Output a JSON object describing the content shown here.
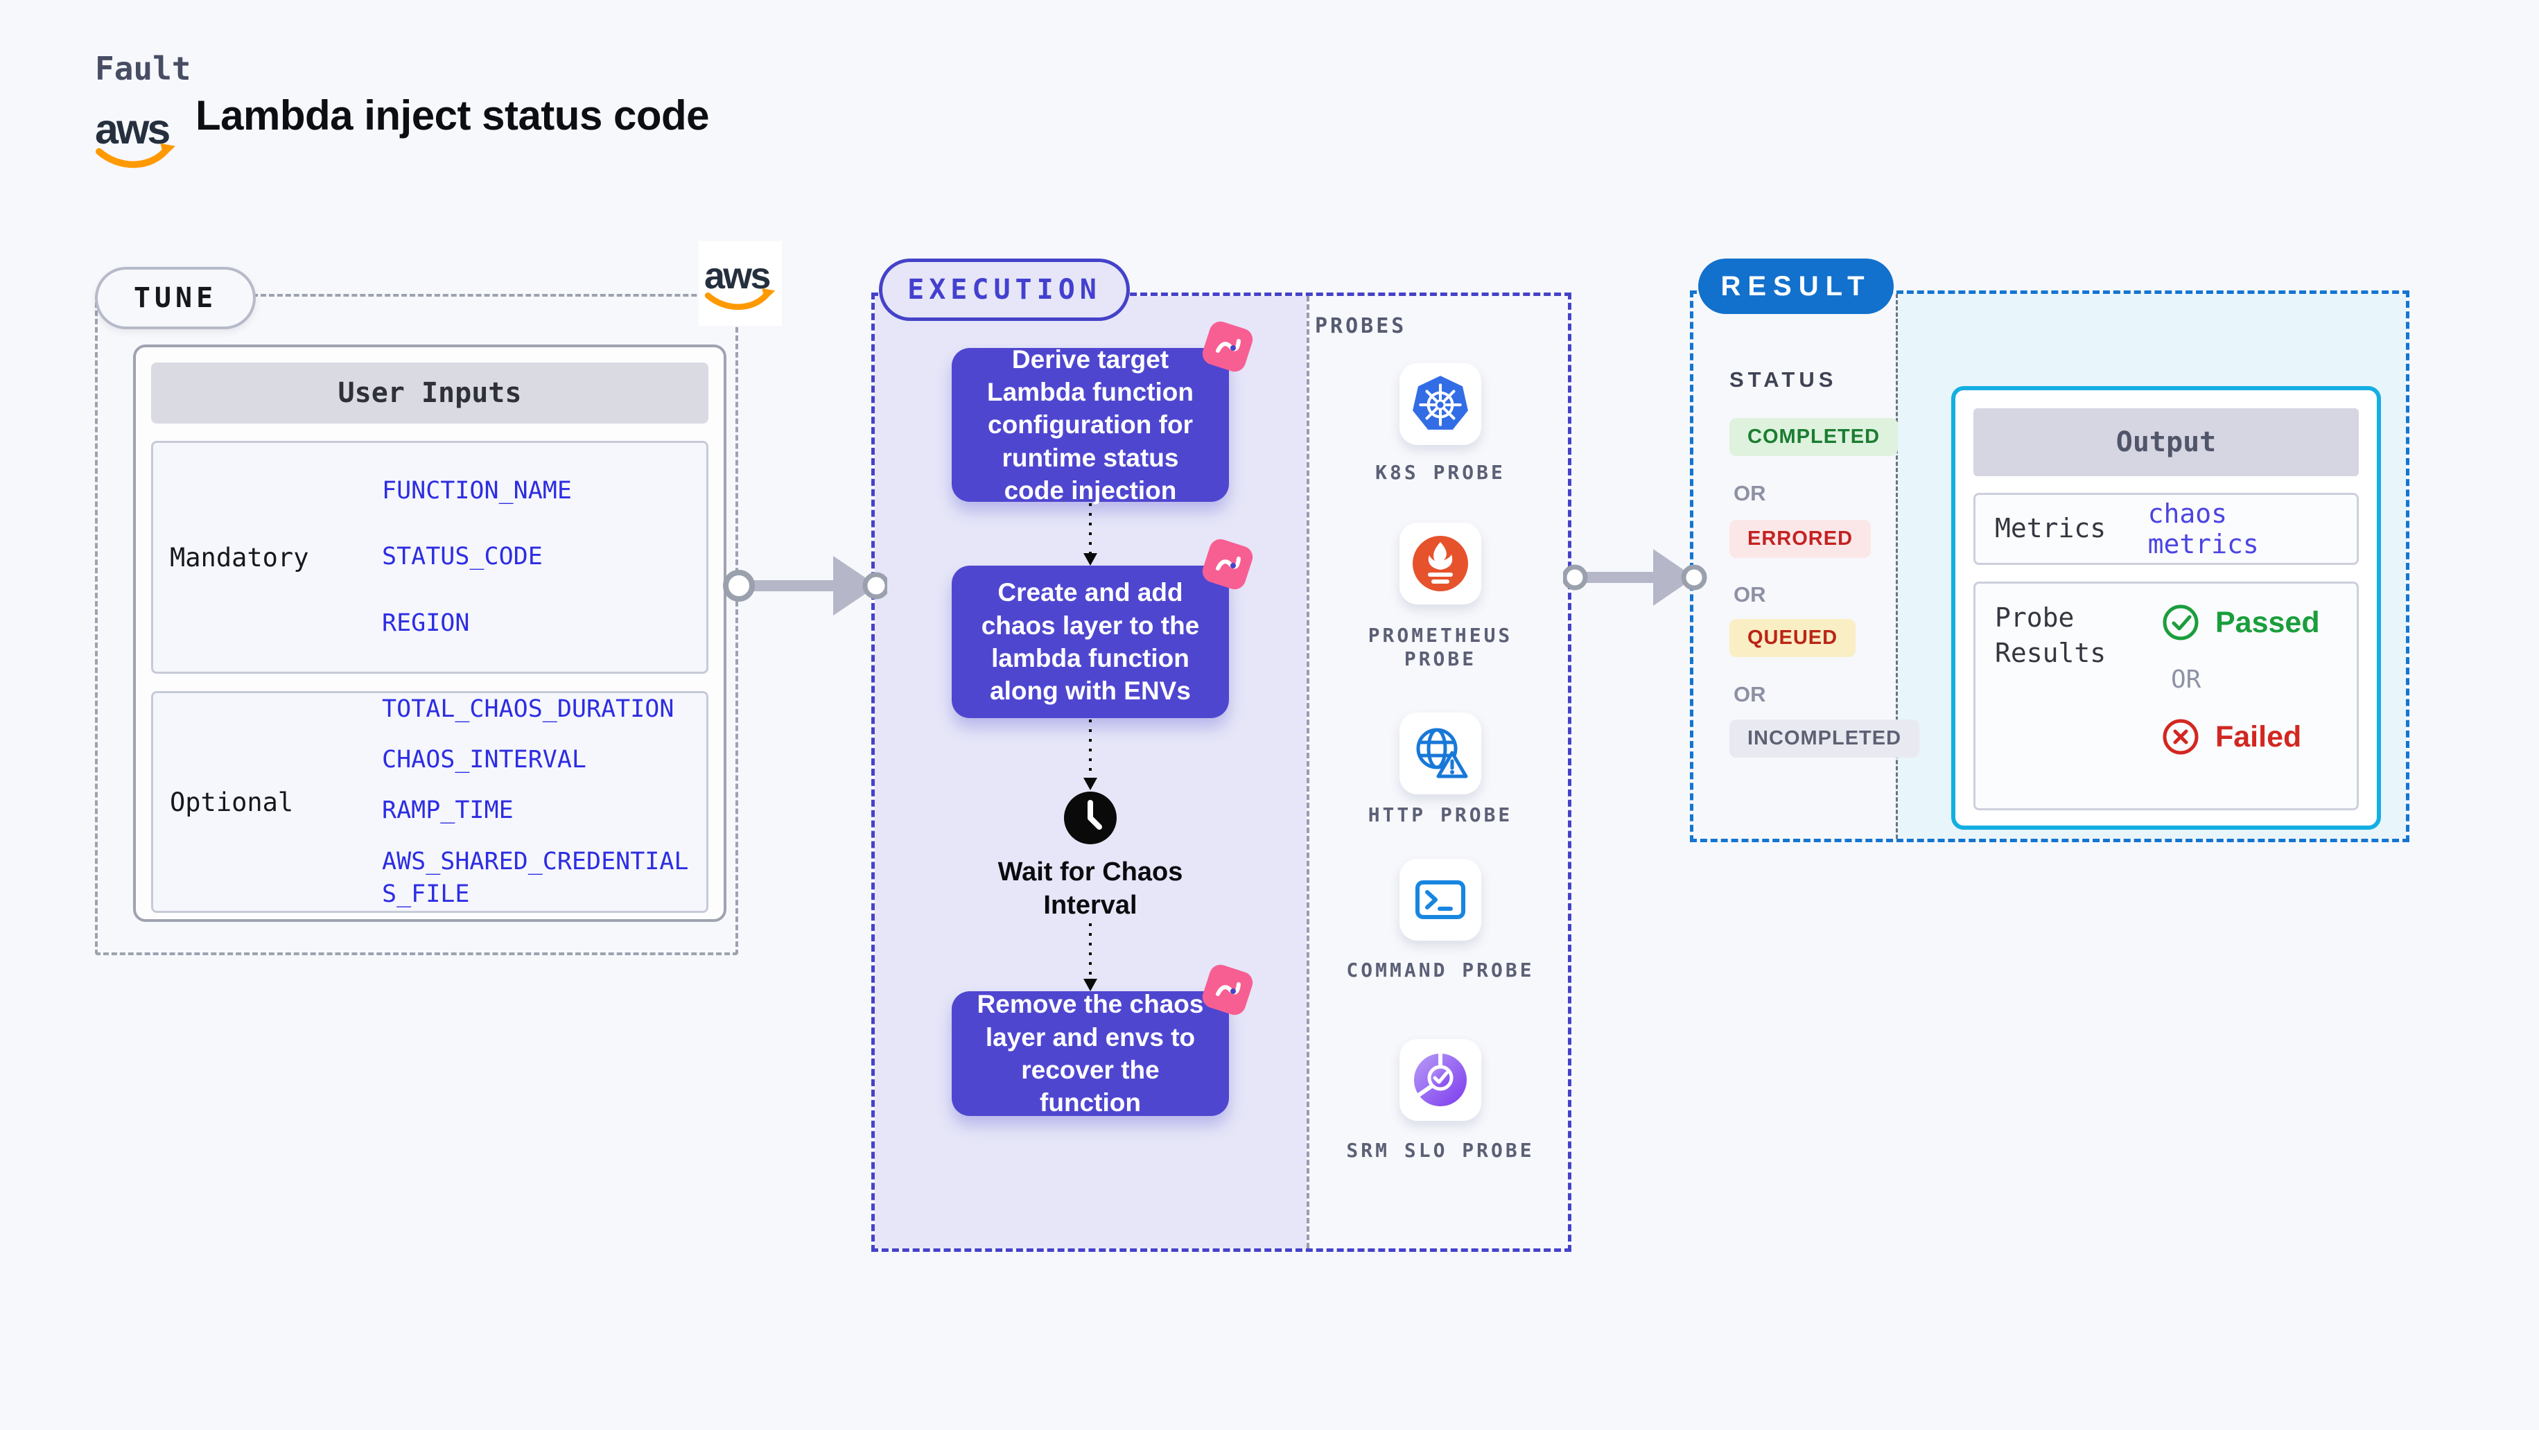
{
  "header": {
    "kicker": "Fault",
    "title": "Lambda inject status code",
    "brand_icon": "aws-logo"
  },
  "tune": {
    "badge": "TUNE",
    "corner_icon": "aws-logo",
    "table": {
      "header": "User Inputs",
      "rows": [
        {
          "label": "Mandatory",
          "values": [
            "FUNCTION_NAME",
            "STATUS_CODE",
            "REGION"
          ]
        },
        {
          "label": "Optional",
          "values": [
            "TOTAL_CHAOS_DURATION",
            "CHAOS_INTERVAL",
            "RAMP_TIME",
            "AWS_SHARED_CREDENTIALS_FILE"
          ]
        }
      ]
    }
  },
  "execution": {
    "badge": "EXECUTION",
    "steps": [
      "Derive target Lambda function configuration for runtime status code injection",
      "Create and add chaos layer to the lambda function along with ENVs",
      "Remove the chaos layer and envs to recover the function"
    ],
    "wait_label": "Wait for Chaos Interval",
    "probes": {
      "heading": "PROBES",
      "items": [
        {
          "label": "K8S PROBE",
          "icon": "kubernetes-icon"
        },
        {
          "label": "PROMETHEUS PROBE",
          "icon": "prometheus-icon"
        },
        {
          "label": "HTTP PROBE",
          "icon": "http-globe-icon"
        },
        {
          "label": "COMMAND PROBE",
          "icon": "terminal-icon"
        },
        {
          "label": "SRM SLO PROBE",
          "icon": "slo-pie-icon"
        }
      ]
    }
  },
  "result": {
    "badge": "RESULT",
    "status": {
      "heading": "STATUS",
      "separator": "OR",
      "items": [
        {
          "label": "COMPLETED",
          "kind": "success"
        },
        {
          "label": "ERRORED",
          "kind": "error"
        },
        {
          "label": "QUEUED",
          "kind": "queued"
        },
        {
          "label": "INCOMPLETED",
          "kind": "muted"
        }
      ]
    },
    "output": {
      "header": "Output",
      "metrics_label": "Metrics",
      "metrics_value": "chaos metrics",
      "probe_results_label": "Probe Results",
      "passed_label": "Passed",
      "or_label": "OR",
      "failed_label": "Failed"
    }
  },
  "colors": {
    "page_bg": "#f7f8fc",
    "indigo_step": "#4f46d0",
    "indigo_border": "#4542c9",
    "lavender_bg": "#e6e6f8",
    "pink_chaos": "#f75f92",
    "result_blue": "#1271cd",
    "result_dash": "#1475d1",
    "cyan_bg": "#e8f5fb",
    "cyan_border": "#14aee2",
    "env_blue": "#2d2de2",
    "metrics_indigo": "#4b44e0",
    "green_pass": "#1a9e3c",
    "red_fail": "#d22721",
    "aws_orange": "#ff9900",
    "aws_dark": "#252f3e"
  }
}
